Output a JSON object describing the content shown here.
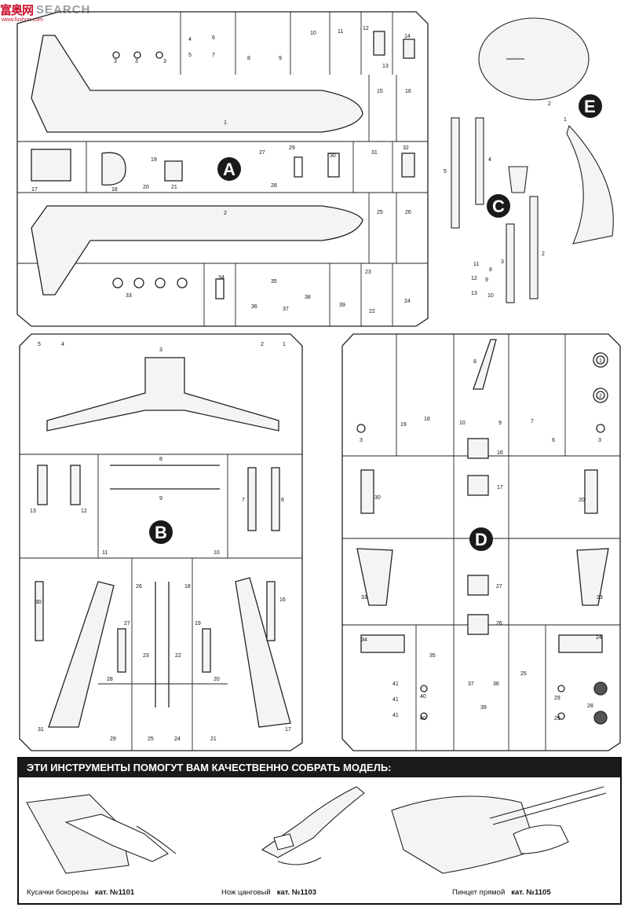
{
  "watermark": {
    "brand": "富奥网",
    "search": "SEARCH",
    "url": "www.fushon.com"
  },
  "sprues": {
    "A": {
      "letter": "A"
    },
    "B": {
      "letter": "B"
    },
    "C": {
      "letter": "C"
    },
    "D": {
      "letter": "D"
    },
    "E": {
      "letter": "E"
    }
  },
  "tools": {
    "title": "ЭТИ ИНСТРУМЕНТЫ ПОМОГУТ ВАМ КАЧЕСТВЕННО СОБРАТЬ МОДЕЛЬ:",
    "items": [
      {
        "name": "Кусачки бокорезы",
        "cat": "кат. №1101"
      },
      {
        "name": "Нож цанговый",
        "cat": "кат. №1103"
      },
      {
        "name": "Пинцет прямой",
        "cat": "кат. №1105"
      }
    ]
  }
}
